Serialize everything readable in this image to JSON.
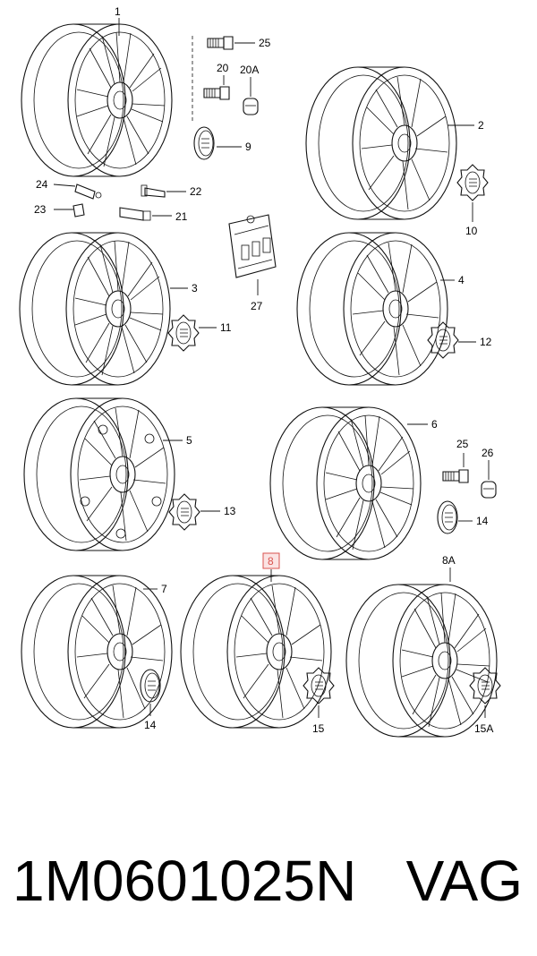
{
  "labels": {
    "l1": "1",
    "l2": "2",
    "l3": "3",
    "l4": "4",
    "l5": "5",
    "l6": "6",
    "l7": "7",
    "l8": "8",
    "l8a": "8A",
    "l9": "9",
    "l10": "10",
    "l11": "11",
    "l12": "12",
    "l13": "13",
    "l14a": "14",
    "l14b": "14",
    "l15": "15",
    "l15a": "15A",
    "l20": "20",
    "l20a": "20A",
    "l21": "21",
    "l22": "22",
    "l23": "23",
    "l24": "24",
    "l25a": "25",
    "l25b": "25",
    "l26": "26",
    "l27": "27"
  },
  "highlight_color": "#d9534f",
  "footer": {
    "part_number": "1M0601025N",
    "brand": "VAG"
  }
}
